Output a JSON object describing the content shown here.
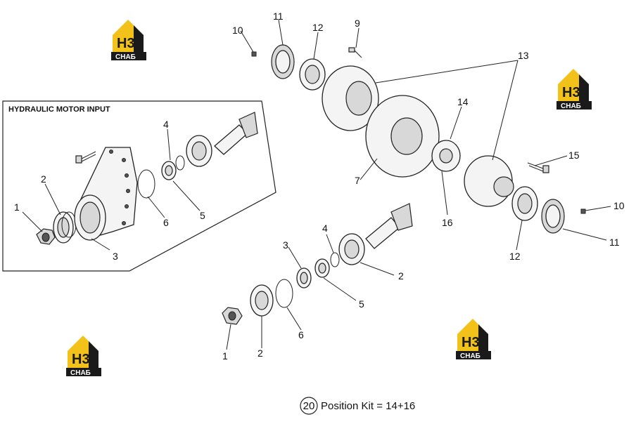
{
  "box_title": "HYDRAULIC MOTOR INPUT",
  "callouts": [
    "1",
    "2",
    "3",
    "4",
    "5",
    "6",
    "1",
    "2",
    "3",
    "4",
    "5",
    "6",
    "2",
    "7",
    "9",
    "10",
    "11",
    "12",
    "13",
    "14",
    "15",
    "16",
    "12",
    "11",
    "10",
    "20"
  ],
  "footer": {
    "position": "20",
    "text": "Position Kit = 14+16"
  },
  "logo": {
    "top": "H3",
    "bottom": "СНАБ",
    "colors": {
      "yellow": "#f2c21b",
      "black": "#1a1a1a"
    }
  }
}
